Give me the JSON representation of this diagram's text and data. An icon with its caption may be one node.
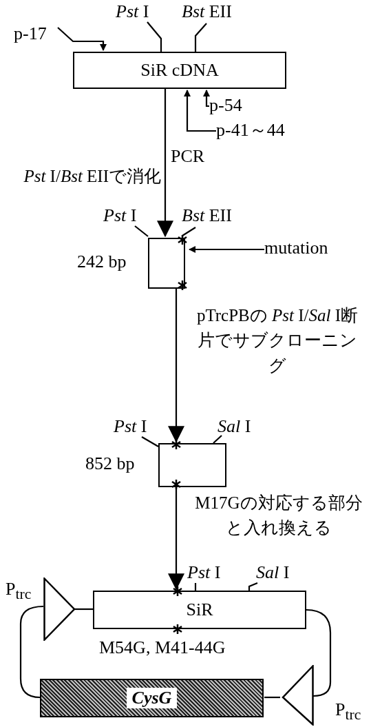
{
  "diagram": {
    "nodes": [
      {
        "text": [
          "p-17"
        ]
      },
      {
        "text": [
          "*Pst* I"
        ]
      },
      {
        "text": [
          "*Bst* EII"
        ]
      },
      {
        "text": [
          "SiR cDNA"
        ]
      },
      {
        "text": [
          "p-54"
        ]
      },
      {
        "text": [
          "p-41～44"
        ]
      },
      {
        "text": [
          "*Pst* I"
        ]
      },
      {
        "text": [
          "*Bst* EII"
        ]
      },
      {
        "text": [],
        "shape": "box",
        "beside": [
          "242 bp"
        ]
      },
      {
        "text": [
          "mutation"
        ]
      },
      {
        "text": [
          "*Pst* I"
        ]
      },
      {
        "text": [
          "*Sal* I"
        ]
      },
      {
        "text": [],
        "shape": "box",
        "beside": [
          "852 bp"
        ]
      },
      {
        "text": [
          "SiR"
        ]
      },
      {
        "text": [
          "*Pst* I"
        ]
      },
      {
        "text": [
          "*Sal* I"
        ]
      },
      {
        "text": [
          "P$_{trc}$"
        ]
      },
      {
        "text": [
          "CysG"
        ]
      },
      {
        "text": [
          "P$_{trc}$"
        ]
      }
    ],
    "edges": [
      {
        "from": 0,
        "to": 3,
        "arrow": "to"
      },
      {
        "from": 1,
        "to": 3,
        "arrow": "none"
      },
      {
        "from": 2,
        "to": 3,
        "arrow": "none"
      },
      {
        "from": 4,
        "to": 3,
        "arrow": "to"
      },
      {
        "from": 5,
        "to": 3,
        "arrow": "to"
      },
      {
        "from": 3,
        "to": 8,
        "arrow": "to",
        "label": "*Pst* I/*Bst* EIIで消化"
      },
      {
        "from": 6,
        "to": 8,
        "arrow": "none"
      },
      {
        "from": 7,
        "to": 8,
        "arrow": "none"
      },
      {
        "from": 9,
        "to": 8,
        "arrow": "to"
      },
      {
        "from": 8,
        "to": 12,
        "arrow": "to",
        "label": "pTrcPBの *Pst* I/*Sal* I断片でサブクローニング"
      },
      {
        "from": 10,
        "to": 12,
        "arrow": "none"
      },
      {
        "from": 11,
        "to": 12,
        "arrow": "none"
      },
      {
        "from": 12,
        "to": 13,
        "arrow": "to",
        "label": "M17Gの対応する部分と入れ換える"
      },
      {
        "from": 14,
        "to": 13,
        "arrow": "none"
      },
      {
        "from": 15,
        "to": 13,
        "arrow": "none"
      },
      {
        "from": 16,
        "to": 13,
        "arrow": "none"
      },
      {
        "from": 13,
        "to": 18,
        "arrow": "none"
      },
      {
        "from": 18,
        "to": 17,
        "arrow": "none"
      },
      {
        "from": 17,
        "to": 16,
        "arrow": "none"
      }
    ],
    "labels": [
      "PCR",
      "M54G, M41-44G"
    ]
  }
}
